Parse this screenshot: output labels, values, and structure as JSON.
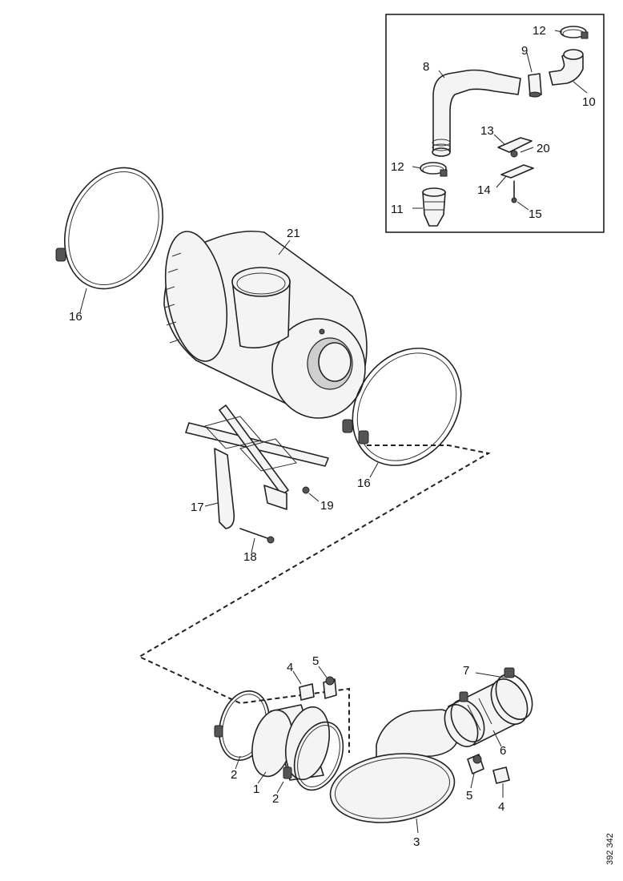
{
  "callouts": {
    "c1": "1",
    "c2a": "2",
    "c2b": "2",
    "c3": "3",
    "c4a": "4",
    "c4b": "4",
    "c5a": "5",
    "c5b": "5",
    "c6": "6",
    "c7": "7",
    "c8": "8",
    "c9": "9",
    "c10": "10",
    "c11": "11",
    "c12a": "12",
    "c12b": "12",
    "c13": "13",
    "c14": "14",
    "c15": "15",
    "c16a": "16",
    "c16b": "16",
    "c17": "17",
    "c18": "18",
    "c19": "19",
    "c20": "20",
    "c21": "21"
  },
  "document_number": "392 342"
}
